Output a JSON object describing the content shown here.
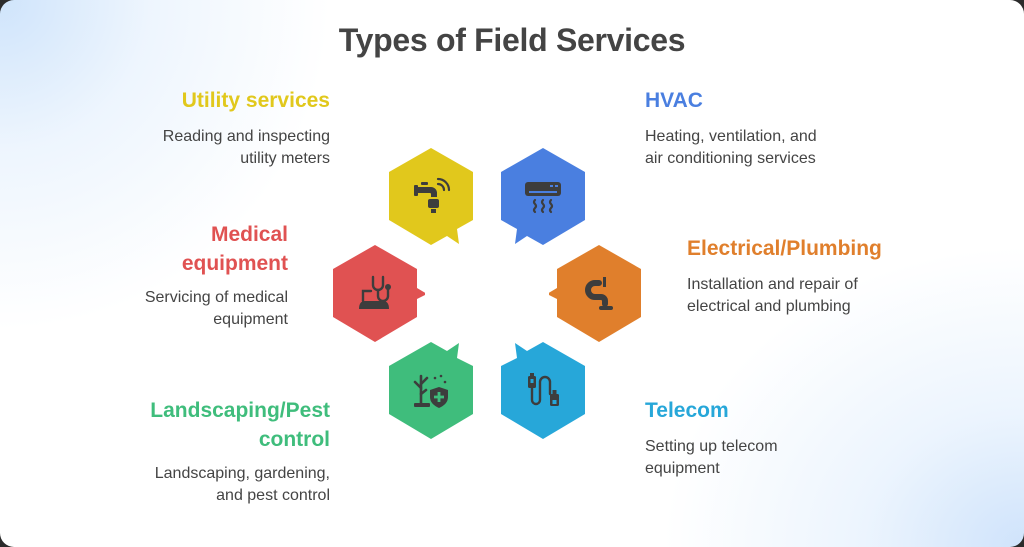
{
  "title": "Types of Field Services",
  "colors": {
    "utility": "#e1c81c",
    "hvac": "#4a7fe0",
    "medical": "#e05252",
    "electrical": "#e07f2c",
    "landscaping": "#3fbd7c",
    "telecom": "#27a7d9",
    "icon_fill": "#3d3d3d",
    "text": "#444444"
  },
  "services": [
    {
      "id": "utility",
      "title": "Utility services",
      "description_lines": [
        "Reading and inspecting",
        "utility meters"
      ],
      "icon": "smart-water-meter-icon",
      "side": "left"
    },
    {
      "id": "hvac",
      "title": "HVAC",
      "description_lines": [
        "Heating, ventilation, and",
        "air conditioning services"
      ],
      "icon": "air-conditioner-icon",
      "side": "right"
    },
    {
      "id": "medical",
      "title_lines": [
        "Medical",
        "equipment"
      ],
      "description_lines": [
        "Servicing of medical",
        "equipment"
      ],
      "icon": "stethoscope-device-icon",
      "side": "left"
    },
    {
      "id": "electrical",
      "title": "Electrical/Plumbing",
      "description_lines": [
        "Installation and repair of",
        "electrical and plumbing"
      ],
      "icon": "pipe-icon",
      "side": "right"
    },
    {
      "id": "landscaping",
      "title_lines": [
        "Landscaping/Pest",
        "control"
      ],
      "description_lines": [
        "Landscaping, gardening,",
        "and pest control"
      ],
      "icon": "plant-shield-icon",
      "side": "left"
    },
    {
      "id": "telecom",
      "title": "Telecom",
      "description_lines": [
        "Setting up telecom",
        "equipment"
      ],
      "icon": "network-cable-icon",
      "side": "right"
    }
  ]
}
